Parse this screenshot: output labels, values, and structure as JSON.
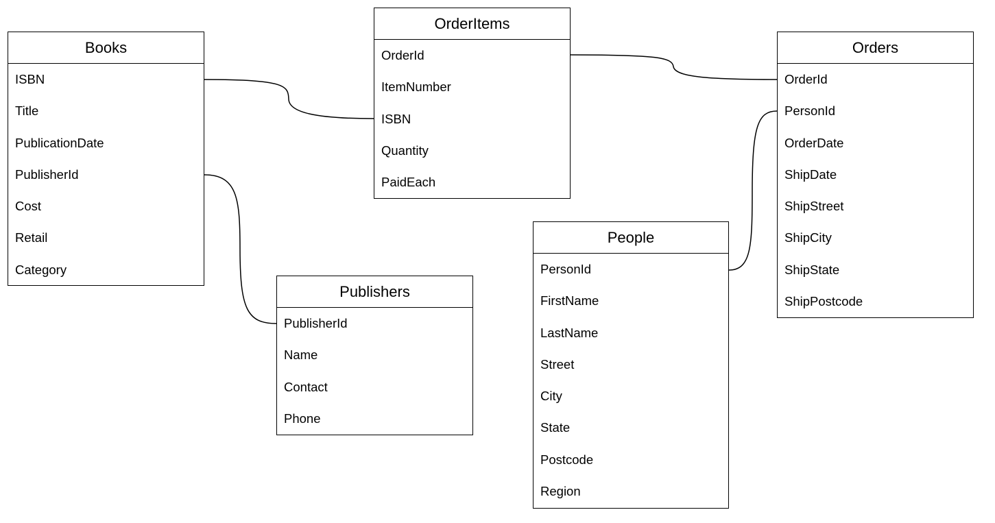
{
  "entities": {
    "books": {
      "title": "Books",
      "fields": [
        "ISBN",
        "Title",
        "PublicationDate",
        "PublisherId",
        "Cost",
        "Retail",
        "Category"
      ]
    },
    "orderitems": {
      "title": "OrderItems",
      "fields": [
        "OrderId",
        "ItemNumber",
        "ISBN",
        "Quantity",
        "PaidEach"
      ]
    },
    "orders": {
      "title": "Orders",
      "fields": [
        "OrderId",
        "PersonId",
        "OrderDate",
        "ShipDate",
        "ShipStreet",
        "ShipCity",
        "ShipState",
        "ShipPostcode"
      ]
    },
    "publishers": {
      "title": "Publishers",
      "fields": [
        "PublisherId",
        "Name",
        "Contact",
        "Phone"
      ]
    },
    "people": {
      "title": "People",
      "fields": [
        "PersonId",
        "FirstName",
        "LastName",
        "Street",
        "City",
        "State",
        "Postcode",
        "Region"
      ]
    }
  },
  "relationships": [
    {
      "from": "books.ISBN",
      "to": "orderitems.ISBN"
    },
    {
      "from": "orderitems.OrderId",
      "to": "orders.OrderId"
    },
    {
      "from": "books.PublisherId",
      "to": "publishers.PublisherId"
    },
    {
      "from": "people.PersonId",
      "to": "orders.PersonId"
    }
  ]
}
